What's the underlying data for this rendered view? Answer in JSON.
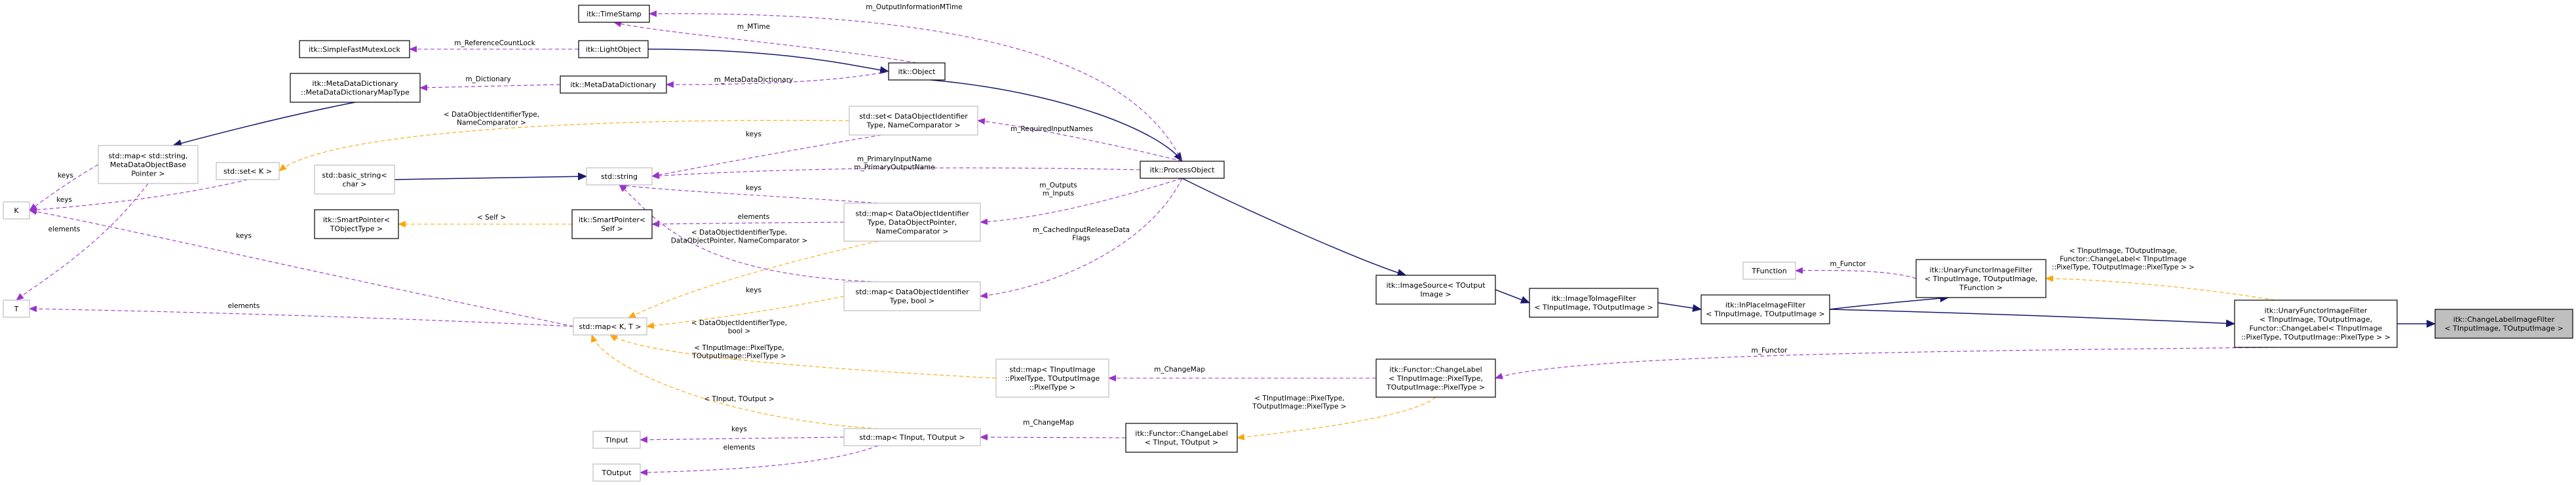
{
  "title": "",
  "nodes": {
    "timestamp": {
      "lines": [
        "itk::TimeStamp"
      ]
    },
    "simplefastmutexlock": {
      "lines": [
        "itk::SimpleFastMutexLock"
      ]
    },
    "lightobject": {
      "lines": [
        "itk::LightObject"
      ]
    },
    "metadatadictionary": {
      "lines": [
        "itk::MetaDataDictionary"
      ]
    },
    "object": {
      "lines": [
        "itk::Object"
      ]
    },
    "metadatadictionarymaptype": {
      "lines": [
        "itk::MetaDataDictionary",
        "::MetaDataDictionaryMapType"
      ]
    },
    "stdmap_string_metadata": {
      "lines": [
        "std::map< std::string,",
        "MetaDataObjectBase",
        "Pointer >"
      ]
    },
    "stdset_k": {
      "lines": [
        "std::set< K >"
      ]
    },
    "k": {
      "lines": [
        "K"
      ]
    },
    "t": {
      "lines": [
        "T"
      ]
    },
    "stdset_dataobjectid": {
      "lines": [
        "std::set< DataObjectIdentifier",
        "Type, NameComparator >"
      ]
    },
    "basic_string": {
      "lines": [
        "std::basic_string<",
        "char >"
      ]
    },
    "stdstring": {
      "lines": [
        "std::string"
      ]
    },
    "processobject": {
      "lines": [
        "itk::ProcessObject"
      ]
    },
    "smartpointer_tobjecttype": {
      "lines": [
        "itk::SmartPointer<",
        "TObjectType >"
      ]
    },
    "smartpointer_self": {
      "lines": [
        "itk::SmartPointer<",
        "Self >"
      ]
    },
    "stdmap_dataobjectid_pointer": {
      "lines": [
        "std::map< DataObjectIdentifier",
        "Type, DataObjectPointer,",
        "NameComparator >"
      ]
    },
    "stdmap_dataobjectid_bool": {
      "lines": [
        "std::map< DataObjectIdentifier",
        "Type, bool >"
      ]
    },
    "stdmap_k_t": {
      "lines": [
        "std::map< K, T >"
      ]
    },
    "stdmap_pixeltype": {
      "lines": [
        "std::map< TInputImage",
        "::PixelType, TOutputImage",
        "::PixelType >"
      ]
    },
    "tinput": {
      "lines": [
        "TInput"
      ]
    },
    "toutput": {
      "lines": [
        "TOutput"
      ]
    },
    "stdmap_tinput_toutput": {
      "lines": [
        "std::map< TInput, TOutput >"
      ]
    },
    "changelabel_pixeltype": {
      "lines": [
        "itk::Functor::ChangeLabel",
        "< TInputImage::PixelType,",
        " TOutputImage::PixelType >"
      ]
    },
    "changelabel_tinput": {
      "lines": [
        "itk::Functor::ChangeLabel",
        "< TInput, TOutput >"
      ]
    },
    "imagesource": {
      "lines": [
        "itk::ImageSource< TOutput",
        "Image >"
      ]
    },
    "imagetoimagefilter": {
      "lines": [
        "itk::ImageToImageFilter",
        "< TInputImage, TOutputImage >"
      ]
    },
    "inplaceimagefilter": {
      "lines": [
        "itk::InPlaceImageFilter",
        "< TInputImage, TOutputImage >"
      ]
    },
    "tfunction": {
      "lines": [
        "TFunction"
      ]
    },
    "unaryfunctor_tfunction": {
      "lines": [
        "itk::UnaryFunctorImageFilter",
        "< TInputImage, TOutputImage,",
        " TFunction >"
      ]
    },
    "unaryfunctor_changelabel": {
      "lines": [
        "itk::UnaryFunctorImageFilter",
        "< TInputImage, TOutputImage,",
        " Functor::ChangeLabel< TInputImage",
        "::PixelType, TOutputImage::PixelType > >"
      ]
    },
    "changelabelimagefilter": {
      "lines": [
        "itk::ChangeLabelImageFilter",
        "< TInputImage, TOutputImage >"
      ]
    }
  },
  "edges": [
    {
      "id": "e-outputinfo",
      "label": [
        "m_OutputInformationMTime"
      ]
    },
    {
      "id": "e-mtime",
      "label": [
        "m_MTime"
      ]
    },
    {
      "id": "e-refcountlock",
      "label": [
        "m_ReferenceCountLock"
      ]
    },
    {
      "id": "e-dictionary",
      "label": [
        "m_Dictionary"
      ]
    },
    {
      "id": "e-metadatadictionary",
      "label": [
        "m_MetaDataDictionary"
      ]
    },
    {
      "id": "e-tmpl-set",
      "label": [
        "< DataObjectIdentifierType,",
        "NameComparator >"
      ]
    },
    {
      "id": "e-keys-set",
      "label": [
        "keys"
      ]
    },
    {
      "id": "e-requiredinputnames",
      "label": [
        "m_RequiredInputNames"
      ]
    },
    {
      "id": "e-primaryinputname",
      "label": [
        "m_PrimaryInputName",
        "m_PrimaryOutputName"
      ]
    },
    {
      "id": "e-keys-mapptr",
      "label": [
        "keys"
      ]
    },
    {
      "id": "e-outputs-inputs",
      "label": [
        "m_Outputs",
        "m_Inputs"
      ]
    },
    {
      "id": "e-self",
      "label": [
        "< Self >"
      ]
    },
    {
      "id": "e-elements-smart",
      "label": [
        "elements"
      ]
    },
    {
      "id": "e-tmpl-mapptr",
      "label": [
        "< DataObjectIdentifierType,",
        "DataObjectPointer, NameComparator >"
      ]
    },
    {
      "id": "e-cachedinput",
      "label": [
        "m_CachedInputReleaseData",
        "Flags"
      ]
    },
    {
      "id": "e-keys-mapbool",
      "label": [
        "keys"
      ]
    },
    {
      "id": "e-tmpl-mapbool",
      "label": [
        "< DataObjectIdentifierType,",
        "bool >"
      ]
    },
    {
      "id": "e-keys-metadata",
      "label": [
        "keys"
      ]
    },
    {
      "id": "e-keys-setk",
      "label": [
        "keys"
      ]
    },
    {
      "id": "e-elements-metadata",
      "label": [
        "elements"
      ]
    },
    {
      "id": "e-keys-mapkt",
      "label": [
        "keys"
      ]
    },
    {
      "id": "e-elements-mapkt",
      "label": [
        "elements"
      ]
    },
    {
      "id": "e-tmpl-pixeltype",
      "label": [
        "< TInputImage::PixelType,",
        "TOutputImage::PixelType >"
      ]
    },
    {
      "id": "e-changemap-pixel",
      "label": [
        "m_ChangeMap"
      ]
    },
    {
      "id": "e-tmpl-tinput",
      "label": [
        "< TInput, TOutput >"
      ]
    },
    {
      "id": "e-keys-tinput",
      "label": [
        "keys"
      ]
    },
    {
      "id": "e-elements-toutput",
      "label": [
        "elements"
      ]
    },
    {
      "id": "e-changemap-tinput",
      "label": [
        "m_ChangeMap"
      ]
    },
    {
      "id": "e-tmpl-changelabel",
      "label": [
        "< TInputImage::PixelType,",
        "TOutputImage::PixelType >"
      ]
    },
    {
      "id": "e-functor-tfunction",
      "label": [
        "m_Functor"
      ]
    },
    {
      "id": "e-tmpl-unary",
      "label": [
        "< TInputImage, TOutputImage,",
        "Functor::ChangeLabel< TInputImage",
        "::PixelType, TOutputImage::PixelType > >"
      ]
    },
    {
      "id": "e-functor-changelabel",
      "label": [
        "m_Functor"
      ]
    }
  ]
}
